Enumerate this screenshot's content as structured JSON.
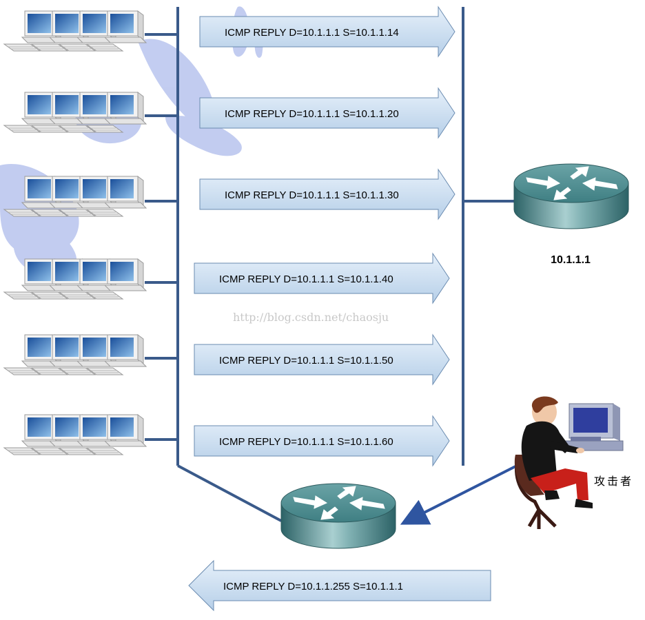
{
  "arrows": [
    {
      "label": "ICMP REPLY D=10.1.1.1 S=10.1.1.14"
    },
    {
      "label": "ICMP REPLY D=10.1.1.1 S=10.1.1.20"
    },
    {
      "label": "ICMP REPLY D=10.1.1.1 S=10.1.1.30"
    },
    {
      "label": "ICMP REPLY D=10.1.1.1 S=10.1.1.40"
    },
    {
      "label": "ICMP REPLY D=10.1.1.1 S=10.1.1.50"
    },
    {
      "label": "ICMP REPLY D=10.1.1.1 S=10.1.1.60"
    }
  ],
  "broadcast_arrow": {
    "label": "ICMP REPLY D=10.1.1.255 S=10.1.1.1"
  },
  "victim_router": {
    "label": "10.1.1.1"
  },
  "attacker": {
    "label": "攻击者"
  },
  "watermark": {
    "text": "http://blog.csdn.net/chaosju"
  },
  "colors": {
    "bus_line": "#3a5a8a",
    "arrow_fill": "#c9dcef",
    "arrow_stroke": "#6a8bb0",
    "router_body": "#4a8a8e",
    "attack_arrow": "#2f55a0"
  },
  "icons": [
    "workstation-group-icon",
    "router-icon",
    "attacker-person-icon"
  ]
}
